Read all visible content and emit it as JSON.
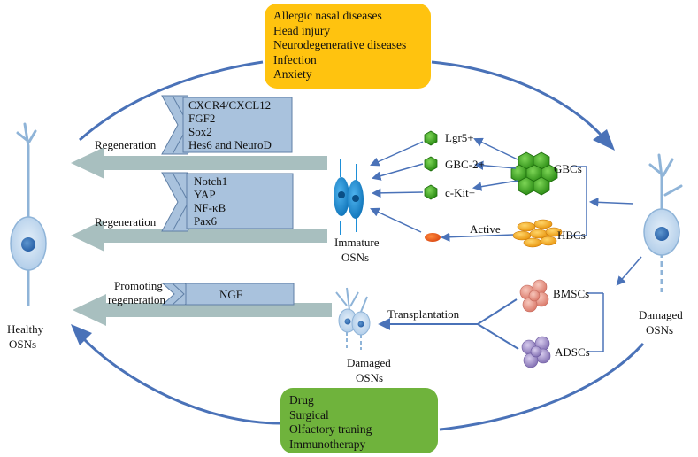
{
  "causes": [
    "Allergic nasal diseases",
    "Head injury",
    "Neurodegenerative diseases",
    "Infection",
    "Anxiety"
  ],
  "treatments": [
    "Drug",
    "Surgical",
    "Olfactory traning",
    "Immunotherapy"
  ],
  "pathway1": {
    "label": "Regeneration",
    "factors": [
      "CXCR4/CXCL12",
      "FGF2",
      "Sox2",
      "Hes6 and NeuroD"
    ]
  },
  "pathway2": {
    "label": "Regeneration",
    "factors": [
      "Notch1",
      "YAP",
      "NF-κB",
      "Pax6"
    ]
  },
  "pathway3": {
    "label_line1": "Promoting",
    "label_line2": "regeneration",
    "factor": "NGF"
  },
  "immature": {
    "line1": "Immature",
    "line2": "OSNs"
  },
  "damaged_center": {
    "line1": "Damaged",
    "line2": "OSNs"
  },
  "damaged_right": {
    "line1": "Damaged",
    "line2": "OSNs"
  },
  "healthy": {
    "line1": "Healthy",
    "line2": "OSNs"
  },
  "markers": [
    "Lgr5+",
    "GBC-2+",
    "c-Kit+"
  ],
  "gbcs": "GBCs",
  "hbcs": "HBCs",
  "active": "Active",
  "bmscs": "BMSCs",
  "adscs": "ADSCs",
  "transplantation": "Transplantation",
  "colors": {
    "cause_box": "#ffc30f",
    "treatment_box": "#6fb33c",
    "factor_box": "#a9c2dd",
    "arrow_blue": "#4a72b8",
    "big_arrow": "#a8bfbf",
    "neuron_fill": "#c7dcf0",
    "neuron_stroke": "#8fb4d8",
    "immature_cell": "#1e8fd8",
    "gbc_green": "#3aa61e",
    "hbc_orange": "#f2a71a",
    "msc_pink": "#e89a8c",
    "adsc_purple": "#a495c8"
  }
}
